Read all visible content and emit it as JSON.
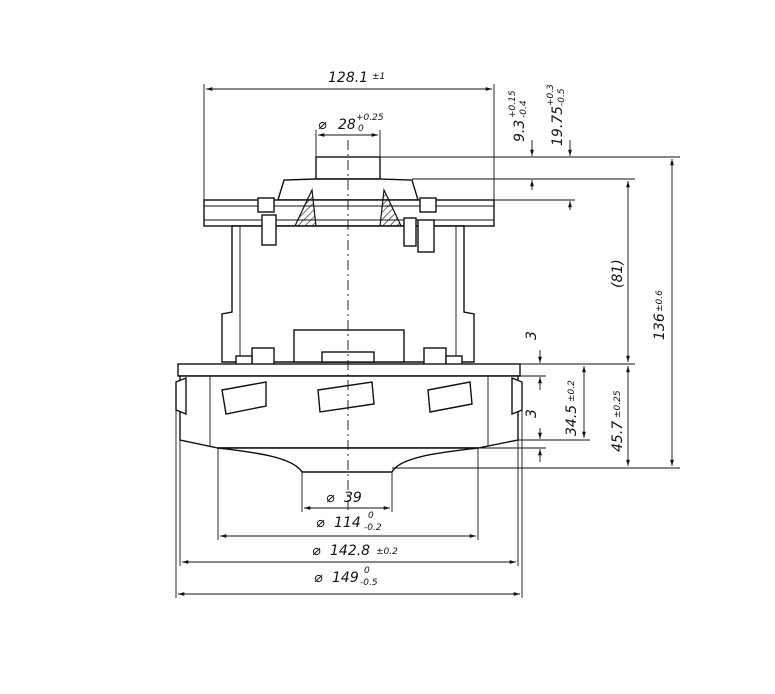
{
  "drawing": {
    "dimensions": {
      "overall_width": {
        "value": "128.1",
        "tol": "±1"
      },
      "shaft_dia": {
        "prefix": "⌀",
        "value": "28",
        "tol_upper": "+0.25",
        "tol_lower": "0"
      },
      "h_9_3": {
        "value": "9.3",
        "tol_upper": "+0.15",
        "tol_lower": "-0.4"
      },
      "h_19_75": {
        "value": "19.75",
        "tol_upper": "+0.3",
        "tol_lower": "-0.5"
      },
      "h_81": {
        "value": "(81)"
      },
      "h_136": {
        "value": "136",
        "tol": "±0.6"
      },
      "h_3_top": {
        "value": "3"
      },
      "h_3_bottom": {
        "value": "3"
      },
      "h_34_5": {
        "value": "34.5",
        "tol": "±0.2"
      },
      "h_45_7": {
        "value": "45.7",
        "tol": "±0.25"
      },
      "d_39": {
        "prefix": "⌀",
        "value": "39"
      },
      "d_114": {
        "prefix": "⌀",
        "value": "114",
        "tol_upper": "0",
        "tol_lower": "-0.2"
      },
      "d_142_8": {
        "prefix": "⌀",
        "value": "142.8",
        "tol": "±0.2"
      },
      "d_149": {
        "prefix": "⌀",
        "value": "149",
        "tol_upper": "0",
        "tol_lower": "-0.5"
      }
    }
  }
}
